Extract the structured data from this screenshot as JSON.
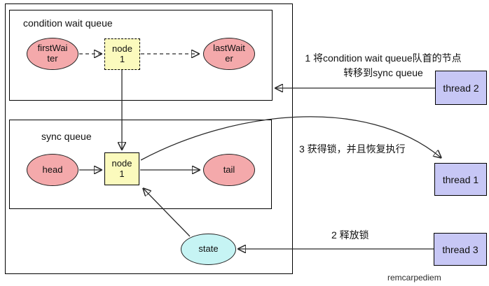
{
  "condition_queue": {
    "title": "condition wait queue",
    "first_waiter": {
      "line1": "firstWai",
      "line2": "ter"
    },
    "node": {
      "line1": "node",
      "line2": "1"
    },
    "last_waiter": {
      "line1": "lastWait",
      "line2": "er"
    }
  },
  "sync_queue": {
    "title": "sync queue",
    "head": "head",
    "node": {
      "line1": "node",
      "line2": "1"
    },
    "tail": "tail"
  },
  "state_label": "state",
  "threads": {
    "thread1": "thread 1",
    "thread2": "thread 2",
    "thread3": "thread 3"
  },
  "annotations": {
    "step1_line1": "1 将condition wait queue队首的节点",
    "step1_line2": "转移到sync queue",
    "step2": "2 释放锁",
    "step3": "3 获得锁，并且恢复执行"
  },
  "watermark": "remcarpediem",
  "colors": {
    "waiter_pink": "#f4a9ab",
    "node_yellow": "#fbfabd",
    "state_cyan": "#c6f4f4",
    "thread_lavender": "#c7c7f5",
    "line_black": "#2a2a2a"
  }
}
